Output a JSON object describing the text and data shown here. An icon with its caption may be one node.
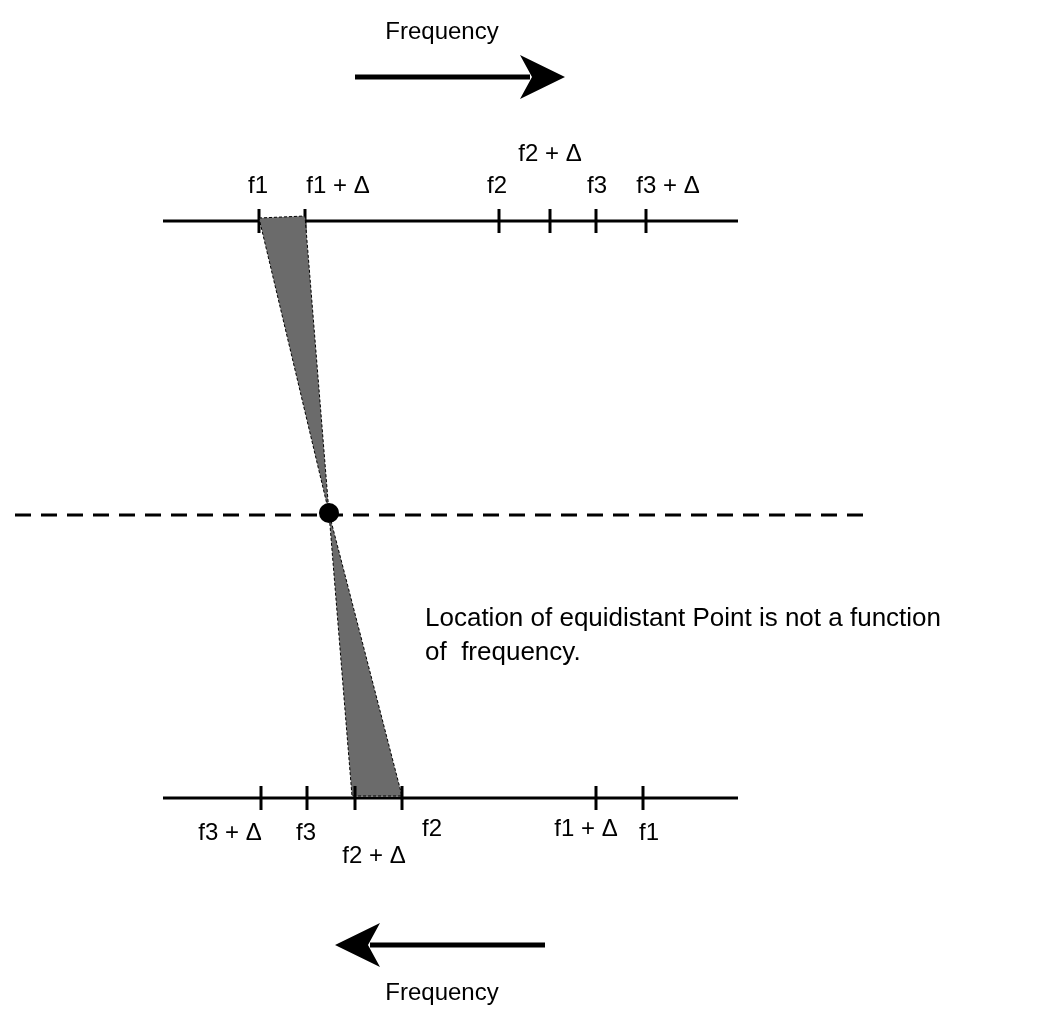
{
  "diagram": {
    "labels": [
      "Frequency",
      "f2 + Δ",
      "f1",
      "f1 + Δ",
      "f2",
      "f3",
      "f3 + Δ",
      "Location of equidistant Point is not a function of  frequency.",
      "f3 + Δ",
      "f3",
      "f2",
      "f1 + Δ",
      "f1",
      "f2 + Δ",
      "Frequency"
    ]
  }
}
